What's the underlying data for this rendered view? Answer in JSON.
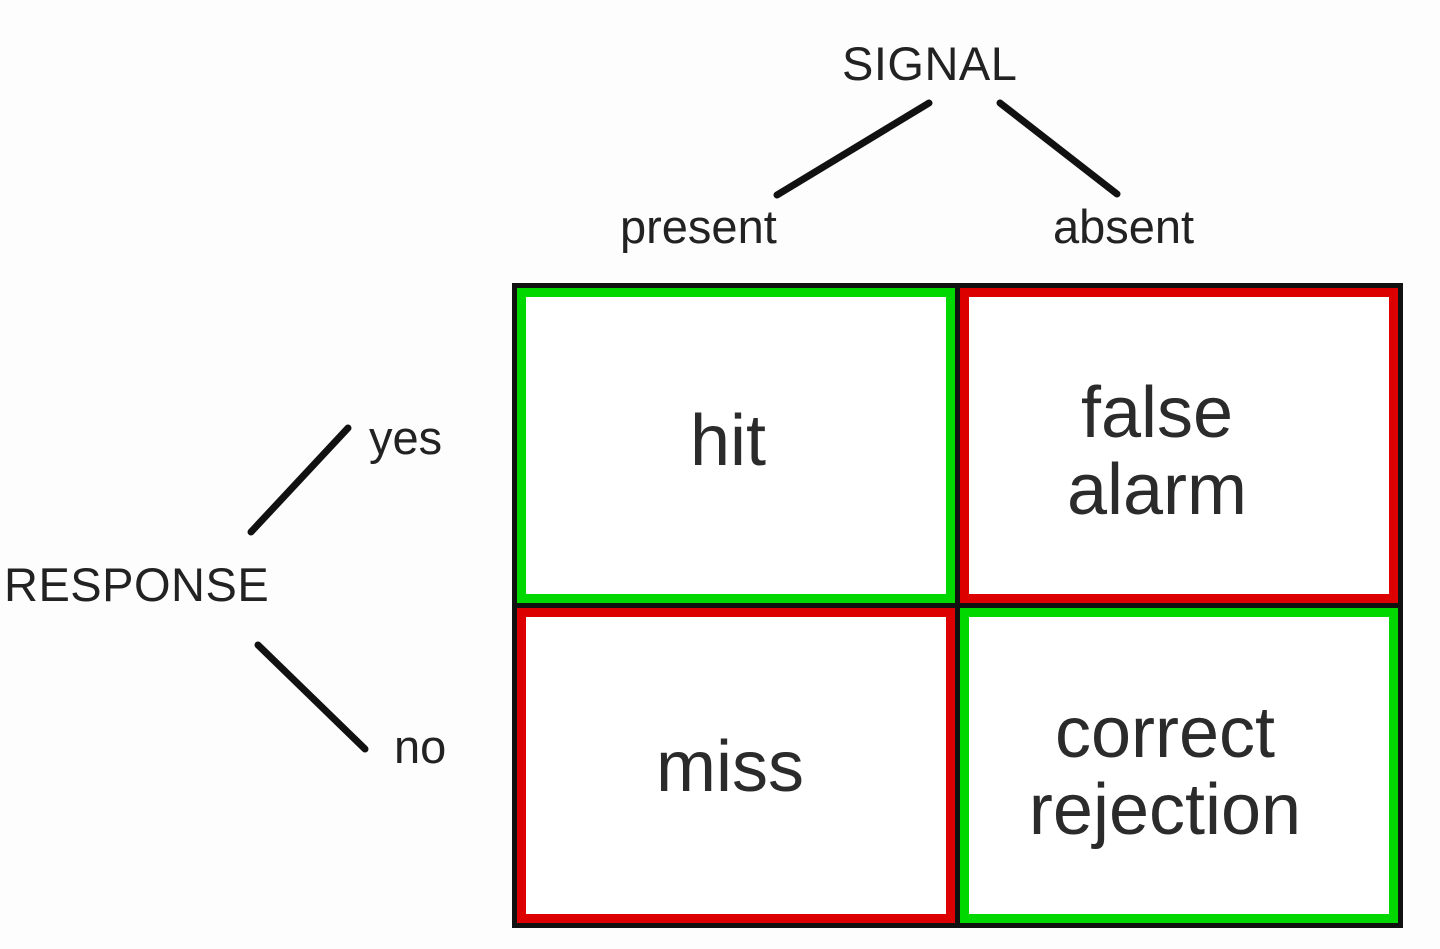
{
  "diagram": {
    "title_row": {
      "column_heading": "SIGNAL",
      "columns": [
        {
          "label": "present"
        },
        {
          "label": "absent"
        }
      ]
    },
    "title_col": {
      "row_heading": "RESPONSE",
      "rows": [
        {
          "label": "yes"
        },
        {
          "label": "no"
        }
      ]
    },
    "matrix": {
      "cells": [
        {
          "id": "hit",
          "text": "hit",
          "outcome": "correct",
          "border_color": "#00d800"
        },
        {
          "id": "false-alarm",
          "text": "false\nalarm",
          "outcome": "error",
          "border_color": "#dd0000"
        },
        {
          "id": "miss",
          "text": "miss",
          "outcome": "error",
          "border_color": "#dd0000"
        },
        {
          "id": "correct-rejection",
          "text": "correct\nrejection",
          "outcome": "correct",
          "border_color": "#00d800"
        }
      ]
    },
    "colors": {
      "correct": "#00d800",
      "error": "#dd0000",
      "grid": "#111111",
      "text": "#2b2b2b",
      "background": "#fdfdfd"
    }
  }
}
